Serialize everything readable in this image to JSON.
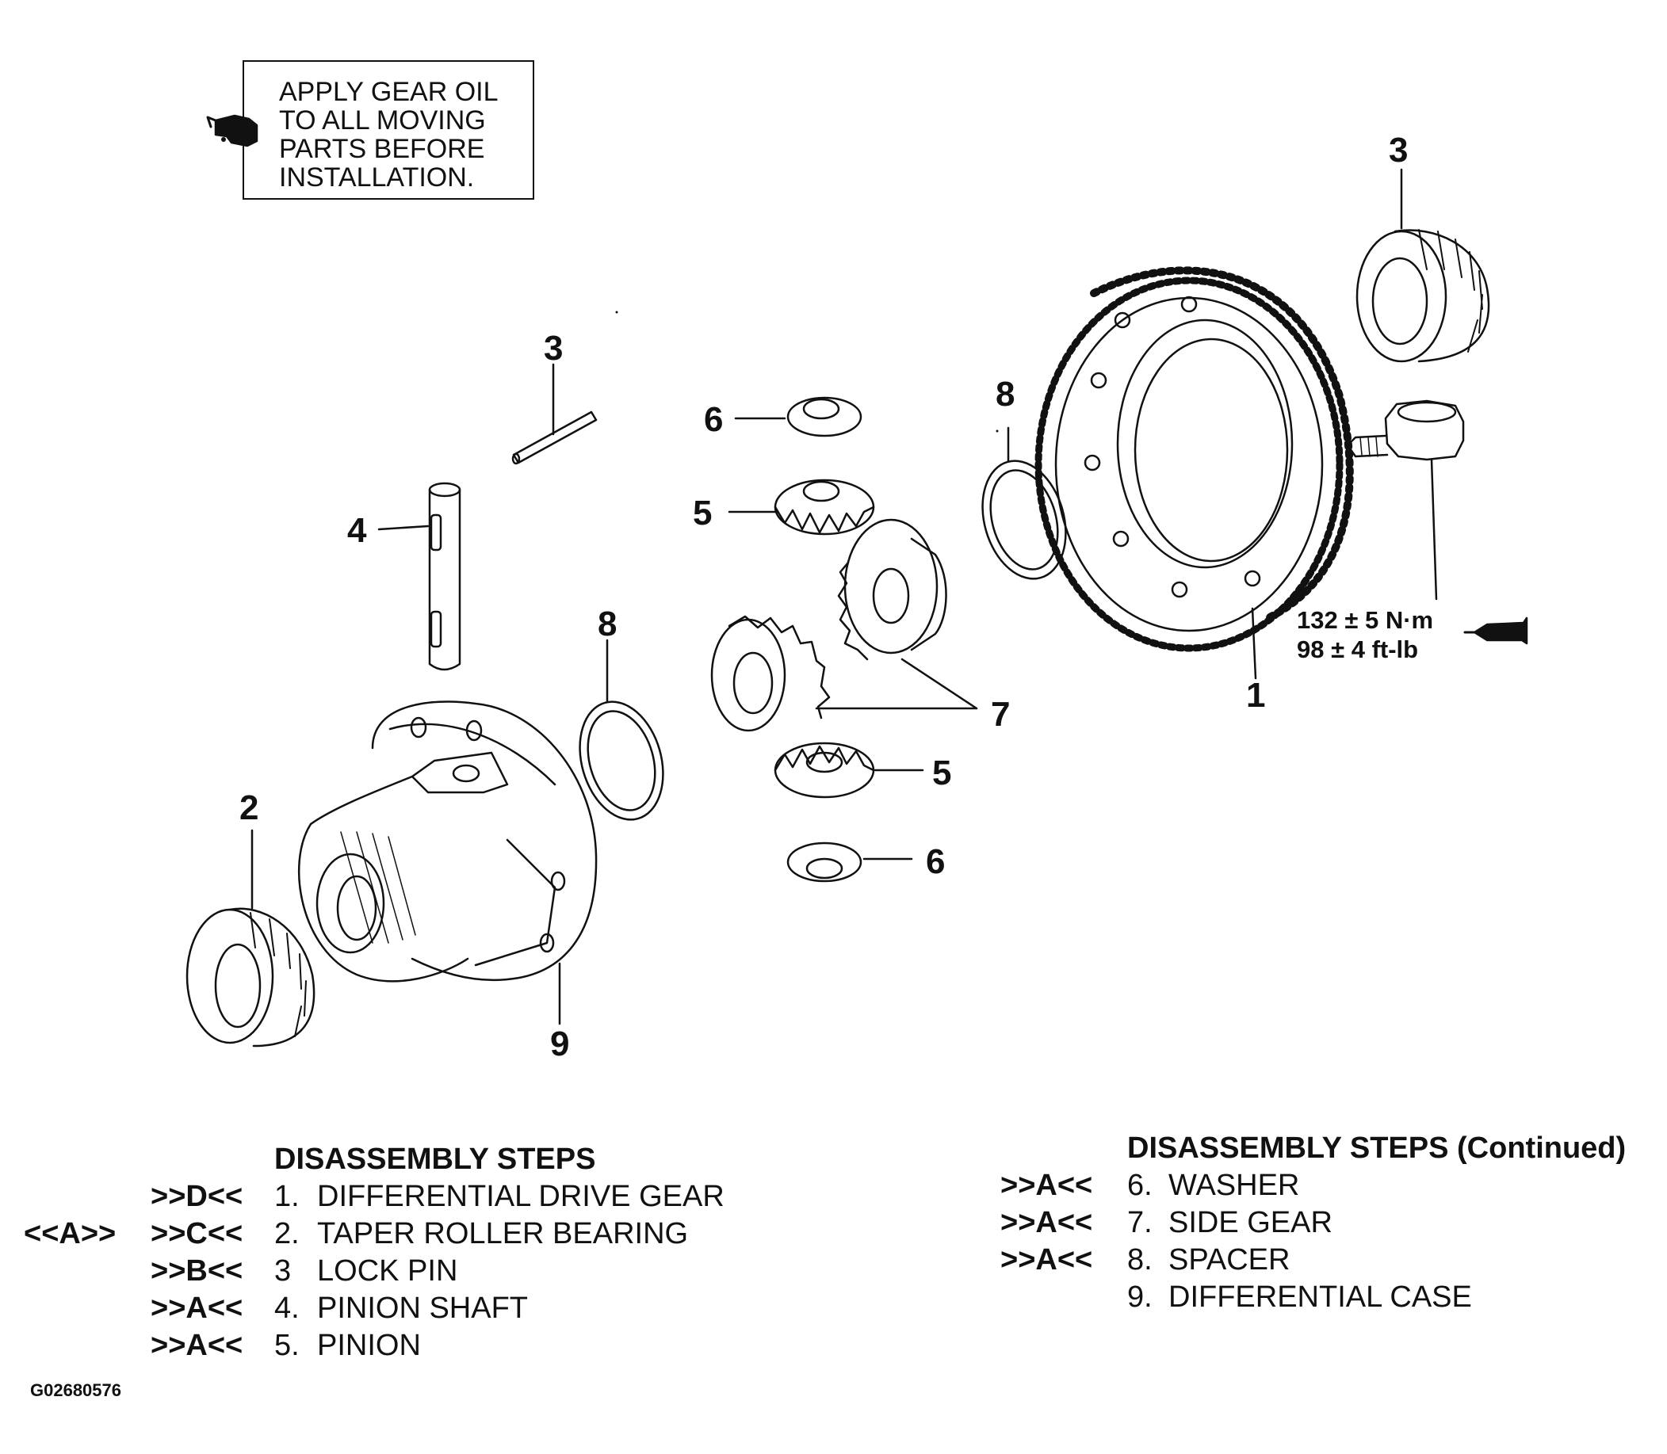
{
  "note": {
    "icon": "oil-can-icon",
    "text": "APPLY GEAR OIL\nTO ALL MOVING\nPARTS BEFORE\nINSTALLATION."
  },
  "callouts": {
    "c1": "1",
    "c2": "2",
    "c3_top": "3",
    "c3_pin": "3",
    "c4": "4",
    "c5_top": "5",
    "c5_bottom": "5",
    "c6_top": "6",
    "c6_bottom": "6",
    "c7": "7",
    "c8_left": "8",
    "c8_right": "8",
    "c9": "9"
  },
  "torque": {
    "icon": "torque-wrench-icon",
    "nm": "132 ± 5 N·m",
    "ftlb": "98 ± 4 ft-lb"
  },
  "steps_left": {
    "title": "DISASSEMBLY STEPS",
    "rows": [
      {
        "pre": "",
        "code": ">>D<<",
        "num": "1.",
        "name": "DIFFERENTIAL DRIVE GEAR"
      },
      {
        "pre": "<<A>>",
        "code": ">>C<<",
        "num": "2.",
        "name": "TAPER ROLLER BEARING"
      },
      {
        "pre": "",
        "code": ">>B<<",
        "num": "3",
        "name": "LOCK PIN"
      },
      {
        "pre": "",
        "code": ">>A<<",
        "num": "4.",
        "name": "PINION SHAFT"
      },
      {
        "pre": "",
        "code": ">>A<<",
        "num": "5.",
        "name": "PINION"
      }
    ]
  },
  "steps_right": {
    "title": "DISASSEMBLY STEPS (Continued)",
    "rows": [
      {
        "code": ">>A<<",
        "num": "6.",
        "name": "WASHER"
      },
      {
        "code": ">>A<<",
        "num": "7.",
        "name": "SIDE GEAR"
      },
      {
        "code": ">>A<<",
        "num": "8.",
        "name": "SPACER"
      },
      {
        "code": "",
        "num": "9.",
        "name": "DIFFERENTIAL CASE"
      }
    ]
  },
  "figure_id": "G02680576"
}
